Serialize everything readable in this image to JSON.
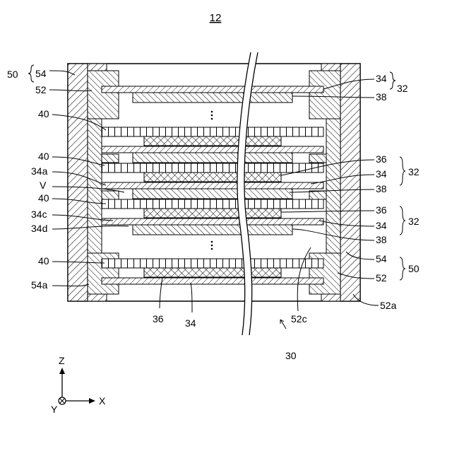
{
  "figure": {
    "number": "12"
  },
  "labels": {
    "n50_left": "50",
    "n54_left_top": "54",
    "n52_left_top": "52",
    "n40_a": "40",
    "n40_b": "40",
    "n34a": "34a",
    "nV": "V",
    "n40_c": "40",
    "n34c": "34c",
    "n34d": "34d",
    "n40_d": "40",
    "n54a": "54a",
    "n36_bottom": "36",
    "n34_bottom": "34",
    "n52c": "52c",
    "n30": "30",
    "n34_r1": "34",
    "n38_r1": "38",
    "n32_r1": "32",
    "n36_r2": "36",
    "n34_r2": "34",
    "n32_r2": "32",
    "n38_r2": "38",
    "n36_r3": "36",
    "n34_r3": "34",
    "n32_r3": "32",
    "n38_r3": "38",
    "n54_r": "54",
    "n50_r": "50",
    "n52_r": "52",
    "n52a": "52a"
  },
  "axes": {
    "z": "Z",
    "x": "X",
    "y": "Y"
  },
  "colors": {
    "ink": "#000000",
    "paper": "#ffffff"
  }
}
